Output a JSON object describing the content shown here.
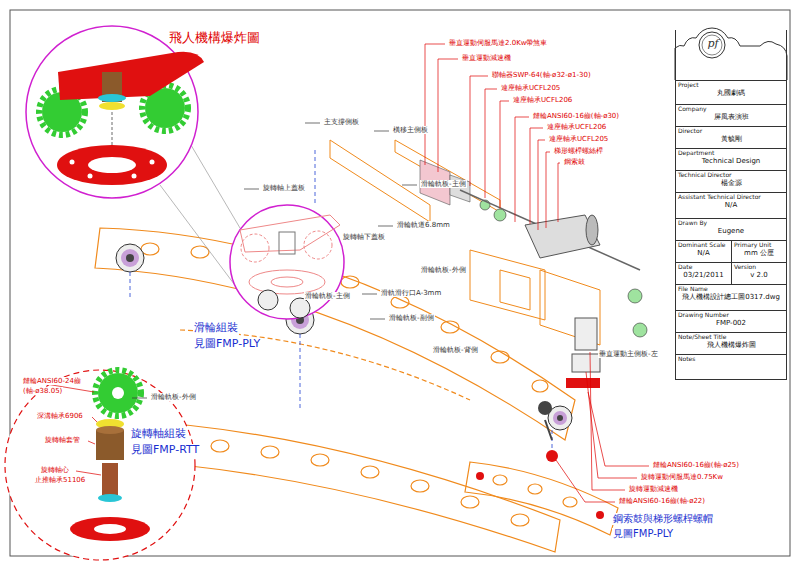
{
  "diagram": {
    "title": "飛人機構爆炸圖",
    "nodes": [
      {
        "text": [
          "pf"
        ]
      },
      {
        "text": [
          "Project",
          "丸國劇碼"
        ],
        "in": 0
      },
      {
        "text": [
          "Company",
          "屏風表演班"
        ],
        "in": 0
      },
      {
        "text": [
          "Director",
          "黃毓剛"
        ],
        "in": 0
      },
      {
        "text": [
          "Department",
          "Technical Design"
        ],
        "in": 0
      },
      {
        "text": [
          "Technical Director",
          "楊金源"
        ],
        "in": 0
      },
      {
        "text": [
          "Assistant Technical Director",
          "N/A"
        ],
        "in": 0
      },
      {
        "text": [
          "Drawn By",
          "Eugene"
        ],
        "in": 0
      },
      {
        "text": [
          "Dominant Scale",
          "N/A"
        ],
        "in": 0
      },
      {
        "text": [
          "Primary Unit",
          "mm 公厘"
        ],
        "in": 0
      },
      {
        "text": [
          "Date",
          "03/21/2011"
        ],
        "in": 0
      },
      {
        "text": [
          "Version",
          "v 2.0"
        ],
        "in": 0
      },
      {
        "text": [
          "File Name",
          "飛人機構設計總工圖0317.dwg"
        ],
        "in": 0
      },
      {
        "text": [
          "Drawing Number",
          "FMP-002"
        ],
        "in": 0
      },
      {
        "text": [
          "Note/Sheet Title",
          "飛人機構爆炸圖"
        ],
        "in": 0
      },
      {
        "text": [
          "Notes"
        ],
        "in": 0
      }
    ],
    "labels": [
      "垂直運動伺服馬達2.0Kw帶煞車",
      "垂直運動減速機",
      "聯軸器SWP-64(軸-ø32-ø1-30)",
      "連座軸承UCFL205",
      "連座軸承UCFL206",
      "鏈輪ANSI60-16齒(軸-ø30)",
      "連座軸承UCFL206",
      "連座軸承UCFL205",
      "梯形螺桿螺絲桿",
      "鋼索鼓",
      "主支撐側板",
      "橫移主側板",
      "旋轉軸上蓋板",
      "旋轉軸下蓋板",
      "滑輪軌板-主側",
      "滑輪軌道6.8mm",
      "滑輪軌板-外側",
      "滑軌滑行口A-3mm",
      "滑輪軌板-主側",
      "滑輪軌板-副側",
      "滑輪軌板-背側",
      "垂直運動主側板-左",
      "滑輪軌板-外側",
      "鏈輪ANSI60-16齒(軸-ø25)",
      "旋轉運動伺服馬達0.75Kw",
      "旋轉運動減速機",
      "鏈輪ANSI60-16齒(軸-ø22)",
      "鋼索鼓與梯形螺桿螺帽",
      "見圖FMP-PLY",
      "滑輪組裝",
      "見圖FMP-PLY",
      "旋轉軸組裝",
      "見圖FMP-RTT",
      "鏈輪ANSI60-24齒",
      "(軸-ø38.05)",
      "深溝軸承6906",
      "旋轉軸套管",
      "旋轉軸心",
      "止推軸承51106"
    ]
  }
}
